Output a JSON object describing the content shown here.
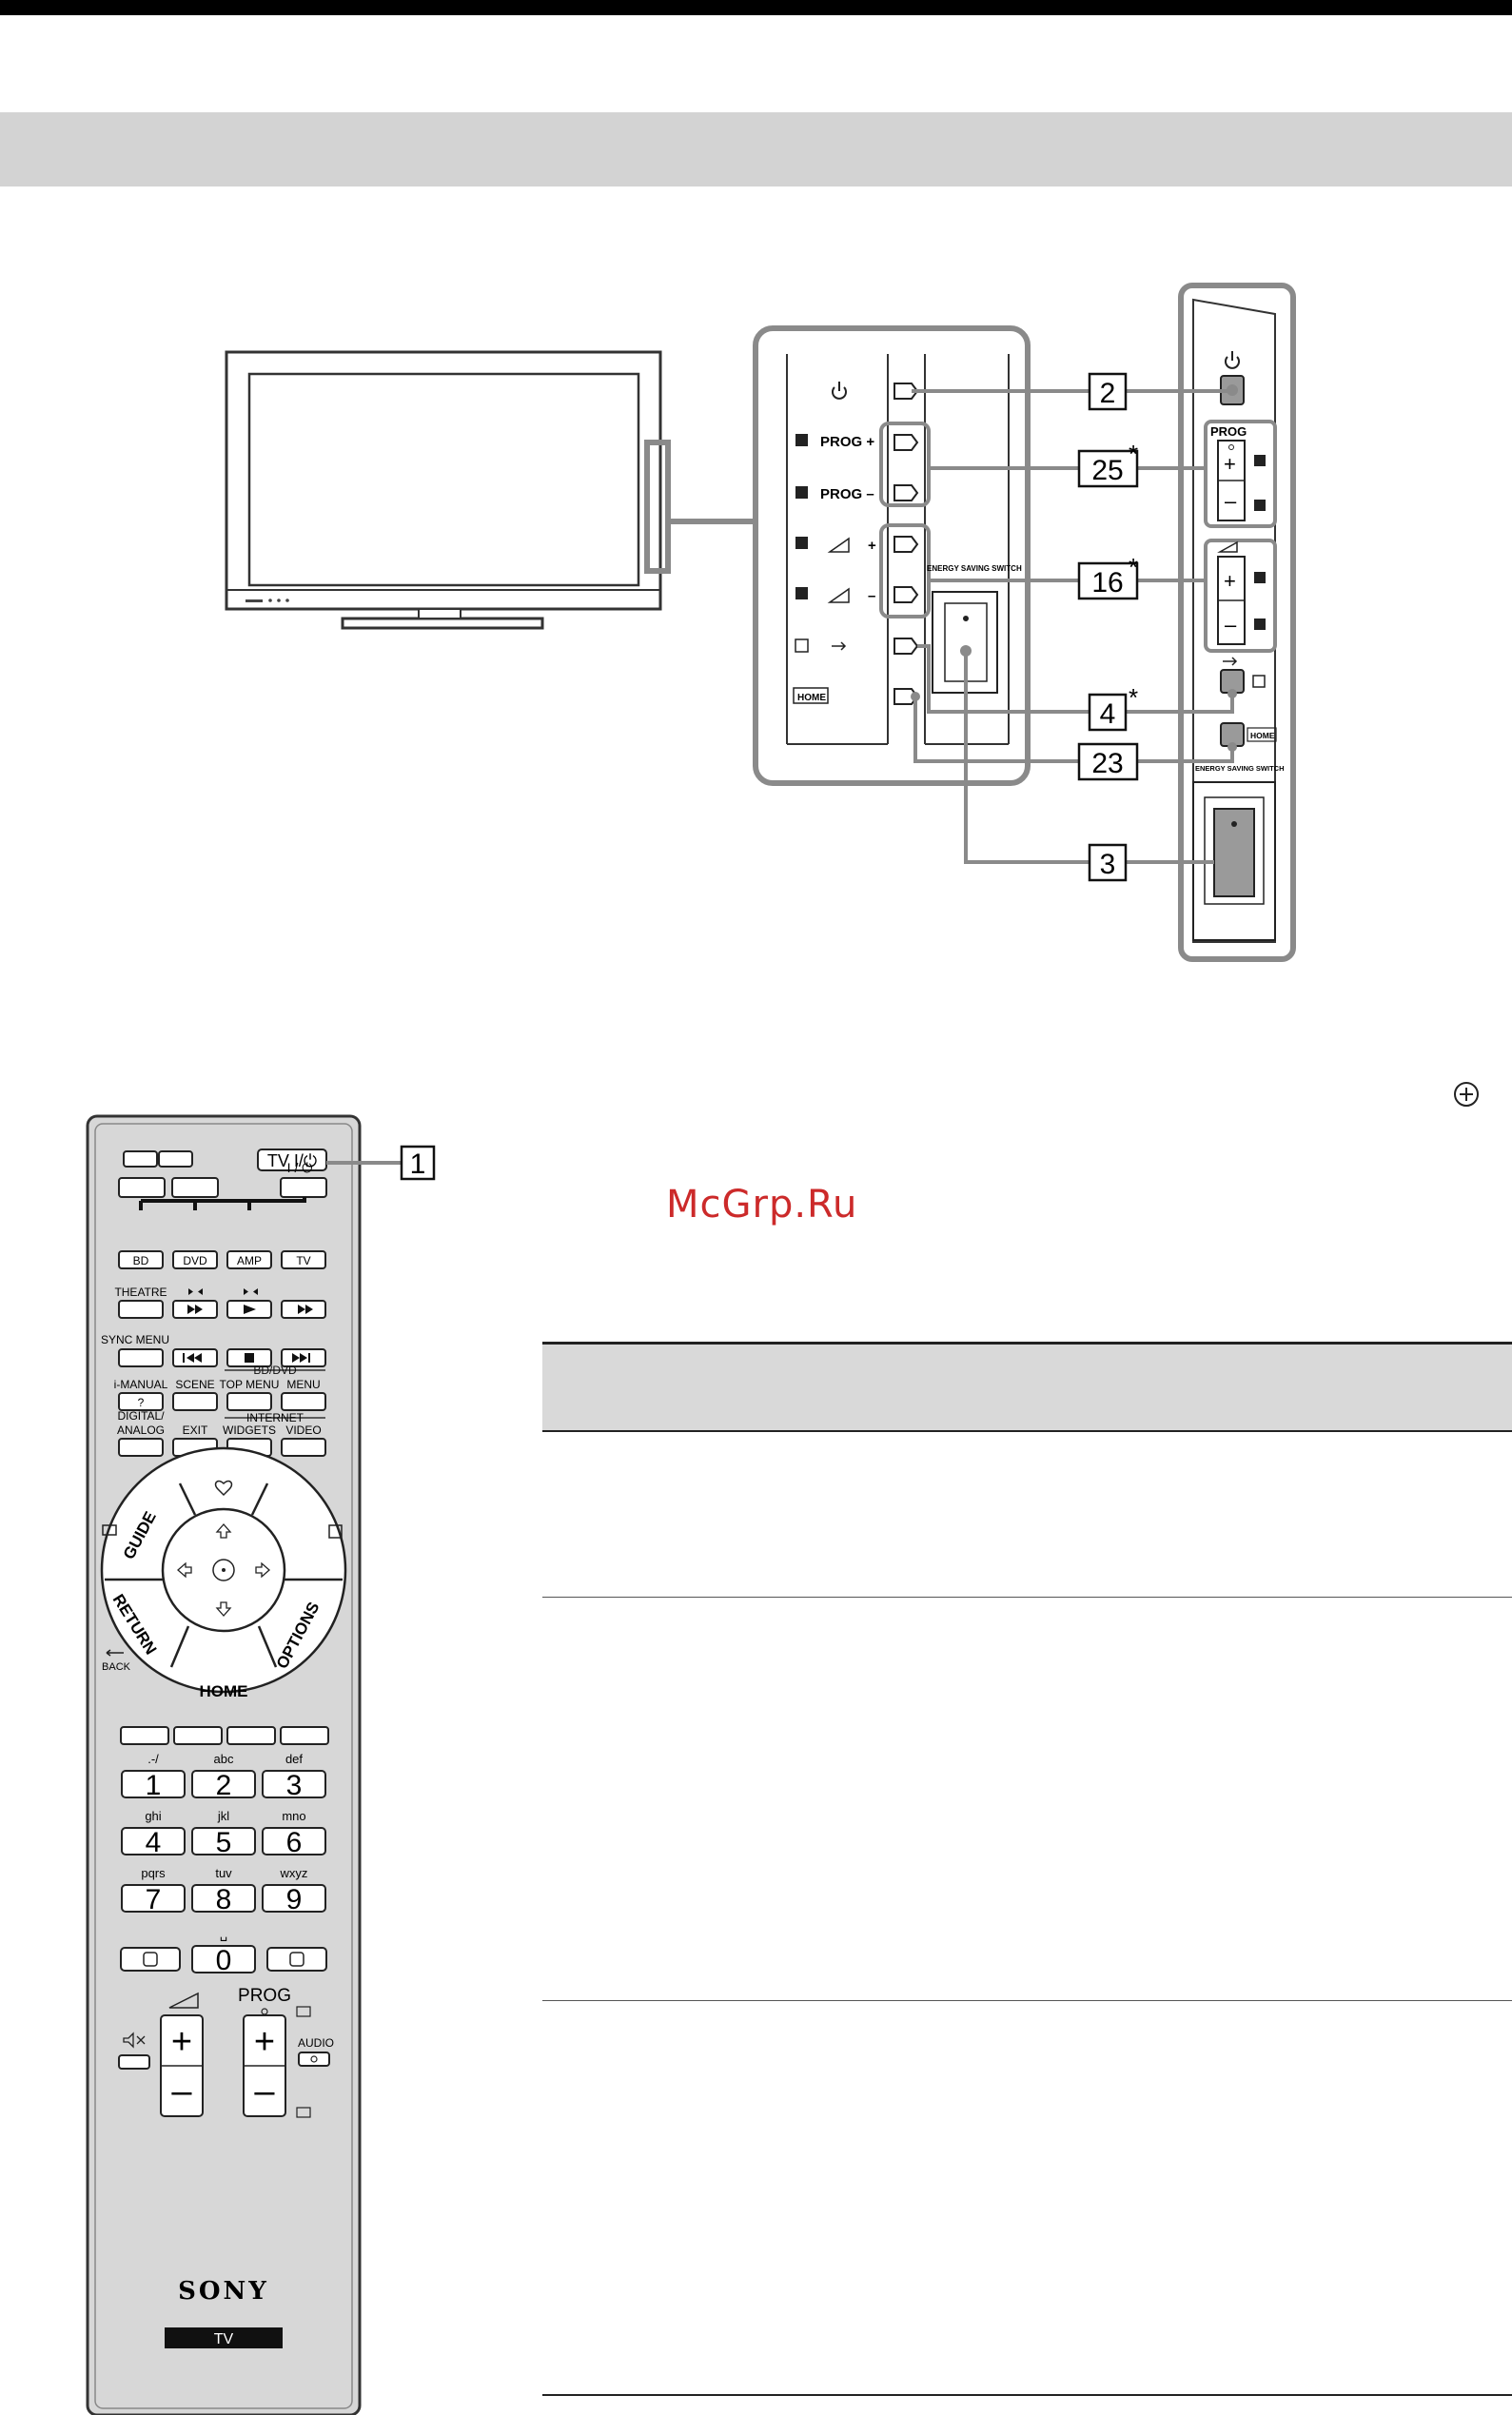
{
  "tv_panel": {
    "inset_labels": {
      "prog_plus": "PROG +",
      "prog_minus": "PROG –",
      "vol_plus": "+",
      "vol_minus": "–",
      "home": "HOME",
      "energy": "ENERGY SAVING SWITCH"
    },
    "side_labels": {
      "prog": "PROG",
      "home": "HOME",
      "energy": "ENERGY SAVING SWITCH",
      "plus": "+",
      "minus": "–"
    },
    "callouts": [
      "2",
      "25",
      "16",
      "4",
      "23",
      "3"
    ],
    "asterisk": "*"
  },
  "remote": {
    "callout": "1",
    "keys": {
      "tv_power": "TV I/⏻",
      "power": "I / ⏻",
      "bd": "BD",
      "dvd": "DVD",
      "amp": "AMP",
      "tv": "TV",
      "theatre": "THEATRE",
      "sync_menu": "SYNC MENU",
      "bd_dvd": "BD/DVD",
      "i_manual": "i-MANUAL",
      "scene": "SCENE",
      "top_menu": "TOP MENU",
      "menu": "MENU",
      "digital_analog_1": "DIGITAL/",
      "digital_analog_2": "ANALOG",
      "exit": "EXIT",
      "internet": "INTERNET",
      "widgets": "WIDGETS",
      "video": "VIDEO",
      "guide": "GUIDE",
      "return": "RETURN",
      "options": "OPTIONS",
      "home": "HOME",
      "back": "BACK",
      "prog": "PROG",
      "audio": "AUDIO",
      "plus": "+",
      "minus": "–",
      "question": "?"
    },
    "digits": [
      {
        "num": "1",
        "sub": ".-/"
      },
      {
        "num": "2",
        "sub": "abc"
      },
      {
        "num": "3",
        "sub": "def"
      },
      {
        "num": "4",
        "sub": "ghi"
      },
      {
        "num": "5",
        "sub": "jkl"
      },
      {
        "num": "6",
        "sub": "mno"
      },
      {
        "num": "7",
        "sub": "pqrs"
      },
      {
        "num": "8",
        "sub": "tuv"
      },
      {
        "num": "9",
        "sub": "wxyz"
      },
      {
        "num": "0",
        "sub": "␣"
      }
    ],
    "brand": "SONY",
    "badge": "TV"
  },
  "watermark": "McGrp.Ru"
}
